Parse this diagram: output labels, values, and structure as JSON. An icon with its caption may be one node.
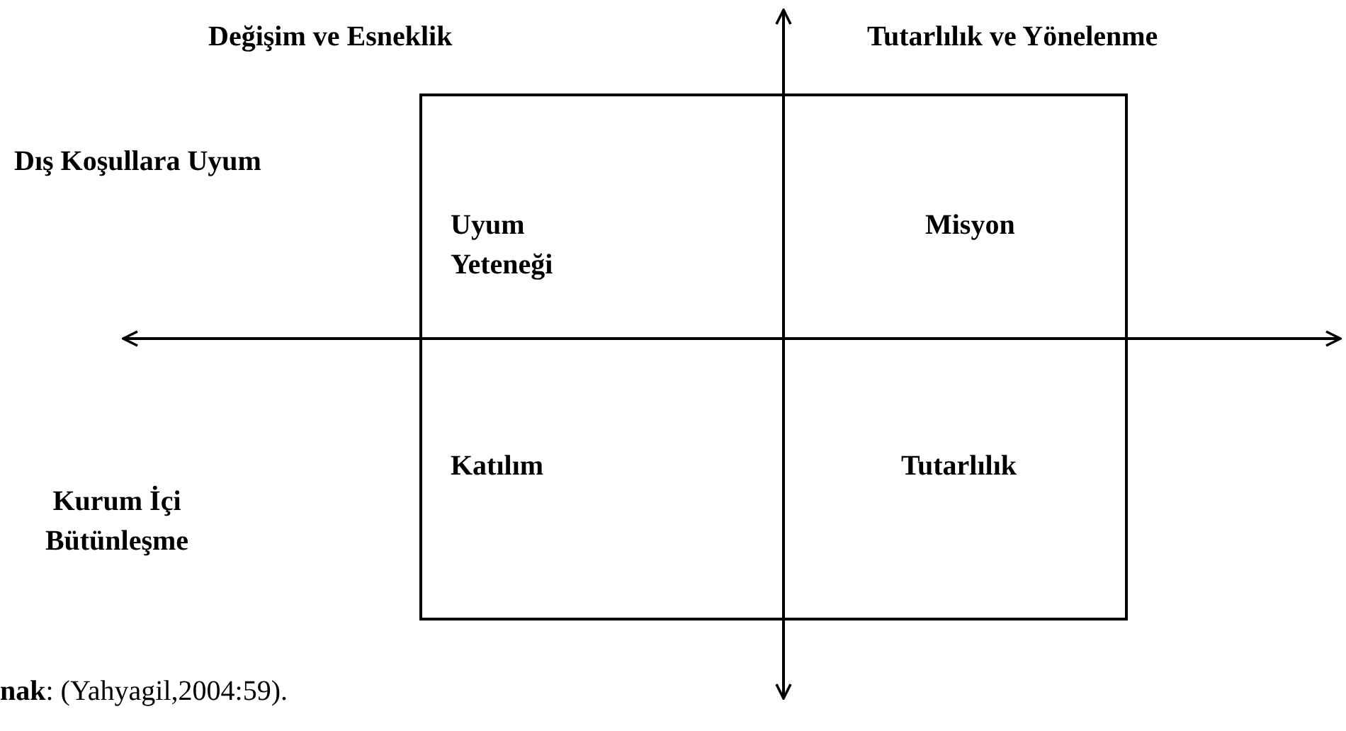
{
  "diagram": {
    "caption": "**nak**: (Yahyagil,2004:59).",
    "labels": [
      "Değişim ve Esneklik",
      "Tutarlılık ve Yönelenme",
      "Dış Koşullara Uyum",
      "Uyum Yeteneği",
      "Misyon",
      "Katılım",
      "Tutarlılık",
      "Kurum İçi Bütünleşme"
    ]
  }
}
